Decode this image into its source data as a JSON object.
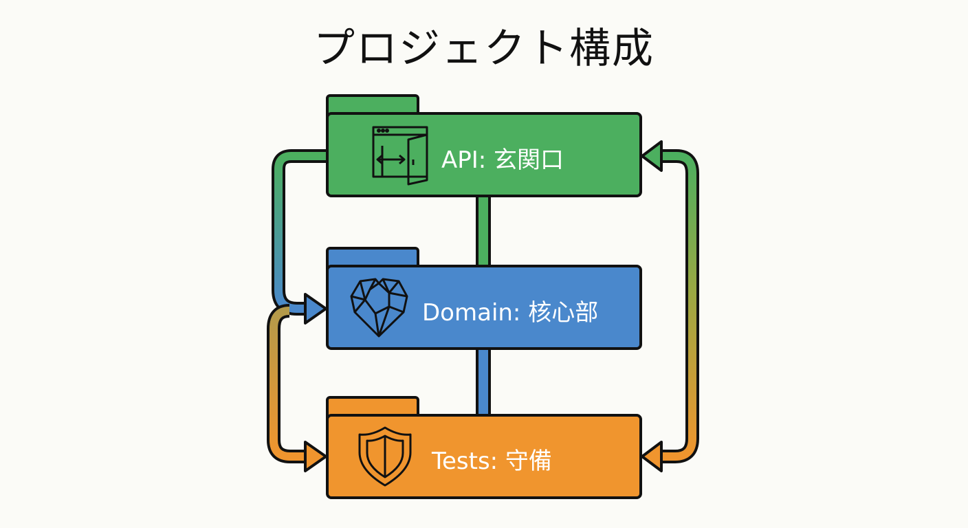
{
  "title": "プロジェクト構成",
  "folders": [
    {
      "label": "API: 玄関口",
      "color": "#4caf5f",
      "icon": "door-window-icon"
    },
    {
      "label": "Domain: 核心部",
      "color": "#4a88cc",
      "icon": "faceted-heart-icon"
    },
    {
      "label": "Tests: 守備",
      "color": "#f0952e",
      "icon": "shield-icon"
    }
  ],
  "colors": {
    "outline": "#111111",
    "background": "#fbfbf7",
    "green": "#4caf5f",
    "blue": "#4a88cc",
    "orange": "#f0952e",
    "olive": "#9aa843"
  }
}
